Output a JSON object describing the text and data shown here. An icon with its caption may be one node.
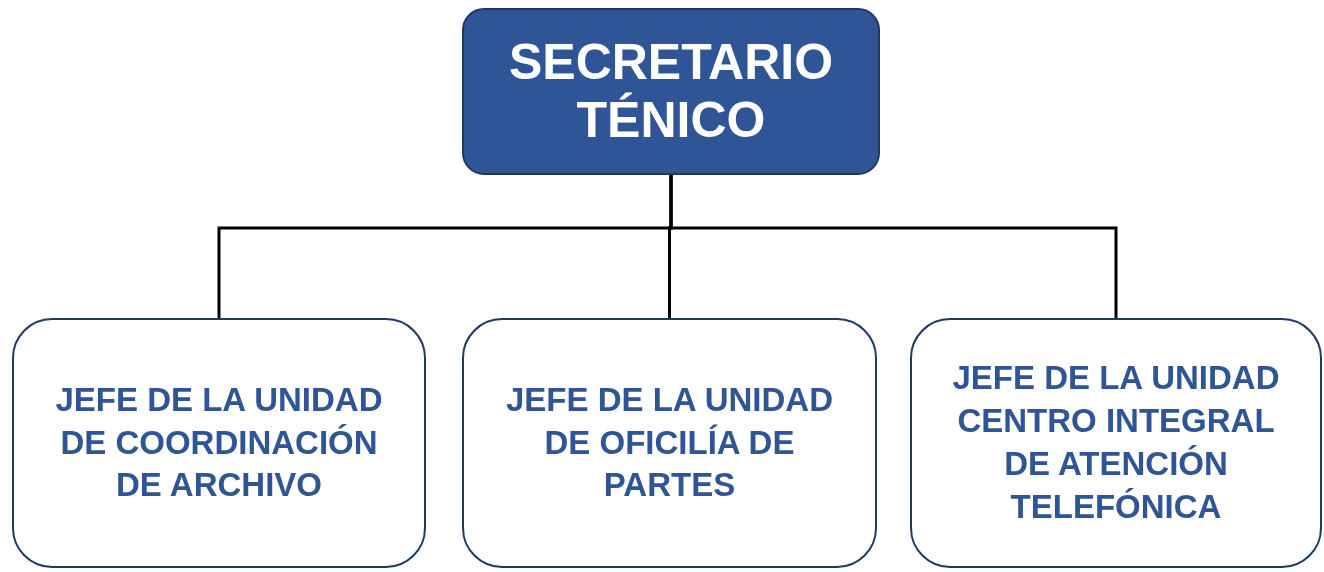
{
  "diagram": {
    "nodes": [
      {
        "text": [
          "SECRETARIO TÉNICO"
        ]
      },
      {
        "text": [
          "JEFE DE LA UNIDAD DE COORDINACIÓN DE ARCHIVO"
        ]
      },
      {
        "text": [
          "JEFE DE LA UNIDAD DE OFICILÍA DE PARTES"
        ]
      },
      {
        "text": [
          "JEFE DE LA UNIDAD CENTRO INTEGRAL DE ATENCIÓN TELEFÓNICA"
        ]
      }
    ],
    "edges": [
      {
        "from": 0,
        "to": 1,
        "arrow": "none"
      },
      {
        "from": 0,
        "to": 2,
        "arrow": "none"
      },
      {
        "from": 0,
        "to": 3,
        "arrow": "none"
      }
    ]
  }
}
